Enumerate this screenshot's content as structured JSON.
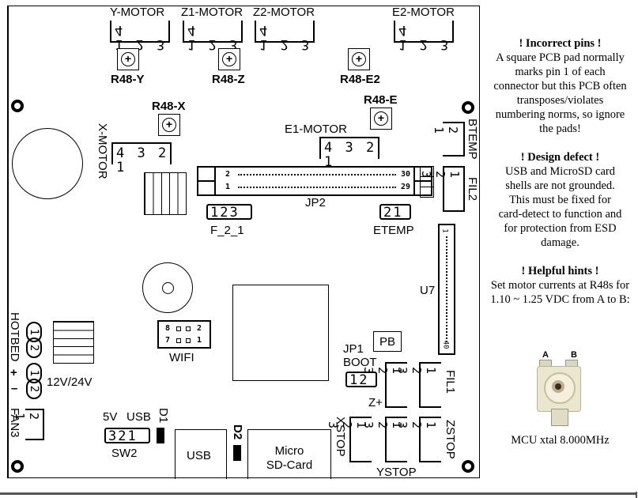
{
  "board": {
    "motors": {
      "y": {
        "label": "Y-MOTOR",
        "pins": "1 2 3 4"
      },
      "z1": {
        "label": "Z1-MOTOR",
        "pins": "1 2 3 4"
      },
      "z2": {
        "label": "Z2-MOTOR",
        "pins": "1 2 3 4"
      },
      "e2": {
        "label": "E2-MOTOR",
        "pins": "1 2 3 4"
      },
      "x": {
        "label": "X-MOTOR",
        "pins": "4 3 2 1"
      },
      "e1": {
        "label": "E1-MOTOR",
        "pins": "4 3 2 1"
      }
    },
    "pots": {
      "y": "R48-Y",
      "z": "R48-Z",
      "e2": "R48-E2",
      "x": "R48-X",
      "e": "R48-E",
      "pot_symbol": "+"
    },
    "jp2": {
      "label": "JP2",
      "top_left": "2",
      "top_right": "30",
      "bottom_left": "1",
      "bottom_right": "29"
    },
    "f21": {
      "label": "F_2_1",
      "pins": "123"
    },
    "etemp": {
      "label": "ETEMP",
      "pins": "21"
    },
    "btemp": {
      "label": "BTEMP",
      "pins": "2 1"
    },
    "fil2": {
      "label": "FIL2",
      "pins": "1 2 3"
    },
    "u7": {
      "label": "U7",
      "pin_first": "1",
      "pin_last": "40"
    },
    "wifi": {
      "label": "WIFI",
      "top_left": "8",
      "top_right": "2",
      "bottom_left": "7",
      "bottom_right": "1"
    },
    "hotbed": {
      "label": "HOTBED",
      "pins_a": [
        "1",
        "2"
      ]
    },
    "power": {
      "plus": "+",
      "minus": "–",
      "pins": [
        "1",
        "2"
      ],
      "label": "12V/24V"
    },
    "fan3": {
      "label": "FAN3",
      "pins": "2 1"
    },
    "sw2": {
      "label": "SW2",
      "pins": "321",
      "left_label": "5V",
      "right_label": "USB"
    },
    "d1": "D1",
    "d2": "D2",
    "usb": "USB",
    "sdcard": {
      "line1": "Micro",
      "line2": "SD-Card"
    },
    "jp1": {
      "label1": "JP1",
      "label2": "BOOT",
      "pins": "12"
    },
    "pb": "PB",
    "zplus": {
      "label": "Z+",
      "pins": "1 2 3"
    },
    "fil1": {
      "label": "FIL1",
      "pins": "1 2 3"
    },
    "xstop": {
      "label": "XSTOP",
      "pins": "1 2 3"
    },
    "ystop": {
      "label": "YSTOP",
      "pins": "1 2 3"
    },
    "zstop": {
      "label": "ZSTOP",
      "pins": "1 2 3"
    }
  },
  "notes": {
    "incorrect_pins": {
      "title": "! Incorrect pins !",
      "body": "A square PCB pad normally marks pin 1 of each connector but this PCB often transposes/violates numbering norms, so ignore the pads!"
    },
    "design_defect": {
      "title": "! Design defect !",
      "body": "USB and MicroSD card shells are not grounded. This must be fixed for card-detect to function and for protection from ESD damage."
    },
    "helpful_hints": {
      "title": "! Helpful hints !",
      "body": "Set motor currents at R48s for 1.10 ~ 1.25 VDC from A to B:",
      "label_a": "A",
      "label_b": "B"
    },
    "mcu_xtal": "MCU xtal 8.000MHz"
  }
}
